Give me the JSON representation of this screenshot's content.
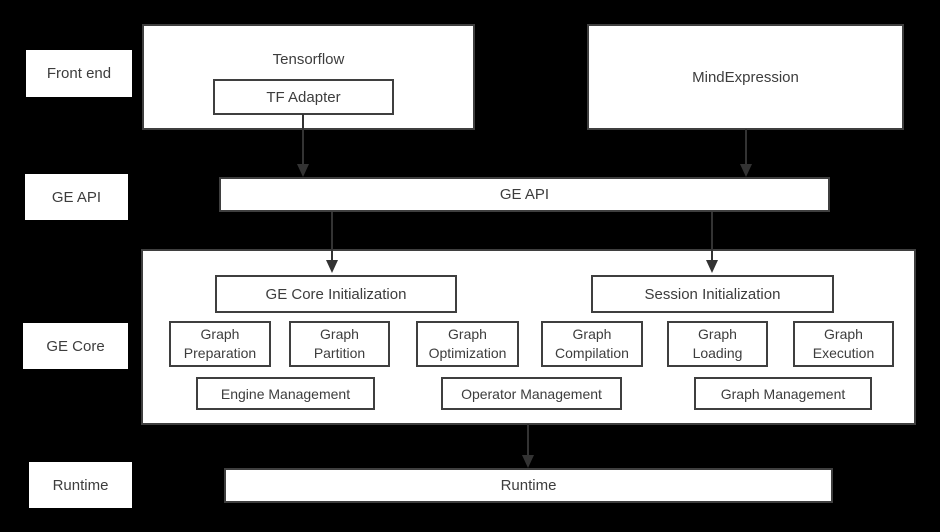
{
  "colors": {
    "background": "#000000",
    "box_fill": "#ffffff",
    "box_border": "#3f3f3f",
    "text": "#3d3d3d",
    "arrow": "#333333"
  },
  "side_labels": {
    "front_end": "Front end",
    "ge_api": "GE API",
    "ge_core": "GE Core",
    "runtime": "Runtime"
  },
  "front_end_row": {
    "tensorflow_title": "Tensorflow",
    "tf_adapter": "TF Adapter",
    "mind_expression": "MindExpression"
  },
  "ge_api_bar": "GE API",
  "ge_core_box": {
    "ge_core_initialization": "GE Core Initialization",
    "session_initialization": "Session Initialization",
    "stages": [
      "Graph Preparation",
      "Graph Partition",
      "Graph Optimization",
      "Graph Compilation",
      "Graph Loading",
      "Graph Execution"
    ],
    "management": [
      "Engine Management",
      "Operator Management",
      "Graph Management"
    ]
  },
  "runtime_bar": "Runtime"
}
